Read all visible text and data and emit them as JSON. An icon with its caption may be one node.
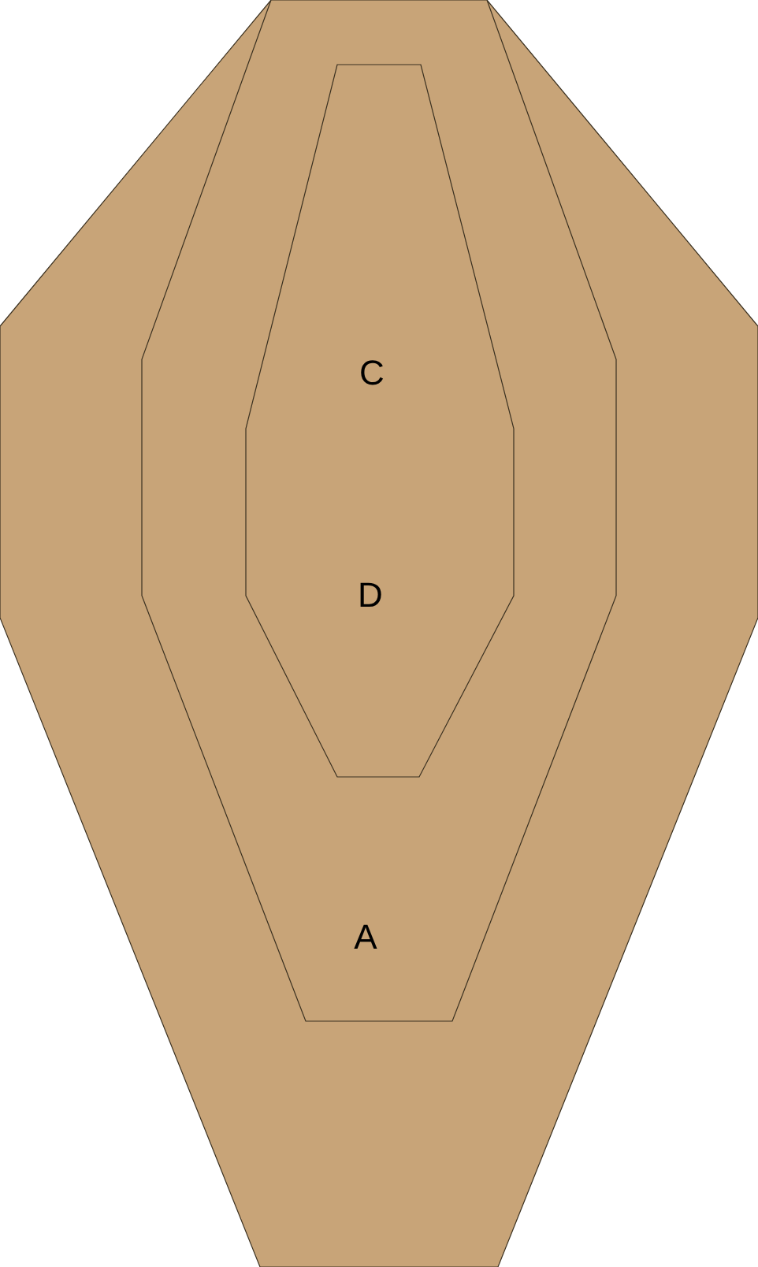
{
  "diagram": {
    "nodes": [
      {
        "text": [],
        "shape": "octagon"
      },
      {
        "text": [
          "A"
        ],
        "in": 0
      },
      {
        "text": [
          "C",
          "D"
        ],
        "in": 1
      }
    ]
  }
}
